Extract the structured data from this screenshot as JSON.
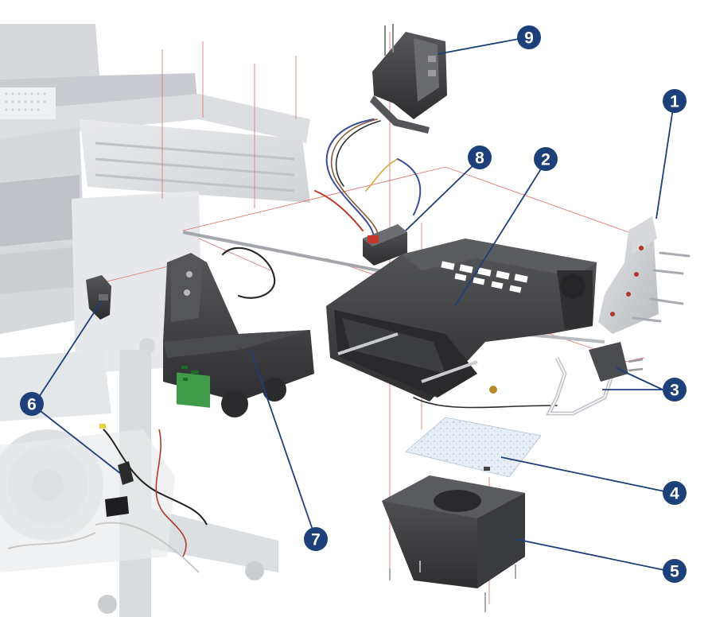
{
  "diagram": {
    "type": "exploded-parts-view",
    "colors": {
      "callout_fill": "#1d3f7a",
      "callout_text": "#ffffff",
      "leader_line": "#1d3f7a",
      "assembly_guide": "#e07a7a",
      "part_dark": "#3c3c3e",
      "printer_ghost": "#d9dbde",
      "pcb_green": "#3f9a4a"
    },
    "callouts": [
      {
        "id": "callout-1",
        "label": "1"
      },
      {
        "id": "callout-2",
        "label": "2"
      },
      {
        "id": "callout-3",
        "label": "3"
      },
      {
        "id": "callout-4",
        "label": "4"
      },
      {
        "id": "callout-5",
        "label": "5"
      },
      {
        "id": "callout-6",
        "label": "6"
      },
      {
        "id": "callout-7",
        "label": "7"
      },
      {
        "id": "callout-8",
        "label": "8"
      },
      {
        "id": "callout-9",
        "label": "9"
      }
    ]
  }
}
